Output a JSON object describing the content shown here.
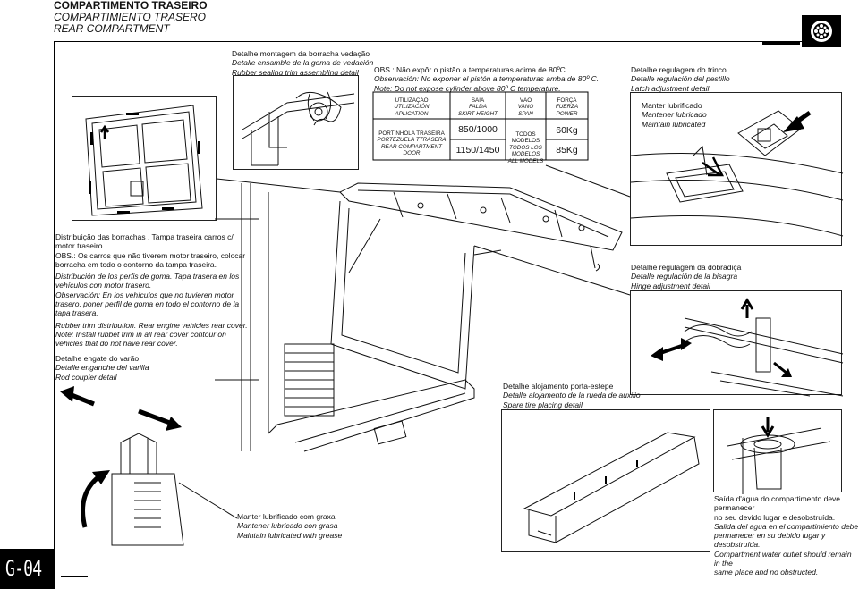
{
  "header": {
    "title_pt": "COMPARTIMENTO TRASEIRO",
    "title_es": "COMPARTIMIENTO TRASERO",
    "title_en": "REAR COMPARTMENT"
  },
  "page_label": "G-04",
  "rubber_detail": {
    "pt": "Detalhe montagem da borracha vedação",
    "es": "Detalle ensamble de la goma de vedación",
    "en": "Rubber sealing trim assembling detail"
  },
  "obs": {
    "pt": "OBS.: Não expôr o pistão a temperaturas acima de 80ºC.",
    "es": "Observación: No exponer  el pistón a temperaturas amba de 80º C.",
    "en": "Note: Do not expose cylinder  above 80º C temperature."
  },
  "spec_table": {
    "col_use": [
      "UTILIZAÇÃO",
      "UTILIZACIÓN",
      "APLICATION"
    ],
    "col_skirt": [
      "SAIA",
      "FALDA",
      "SKIRT HEIGHT"
    ],
    "col_span": [
      "VÃO",
      "VANO",
      "SPAN"
    ],
    "col_force": [
      "FORÇA",
      "FUERZA",
      "POWER"
    ],
    "row_use": [
      "PORTINHOLA TRASEIRA",
      "PORTEZUELA TTRASERA",
      "REAR COMPARTMENT DOOR"
    ],
    "skirt_values": [
      "850/1000",
      "1150/1450"
    ],
    "span_models": [
      "TODOS MODELOS",
      "TODOS LOS MODELOS",
      "ALL MODELS"
    ],
    "force_values": [
      "60Kg",
      "85Kg"
    ]
  },
  "latch": {
    "pt": "Detalhe regulagem do trinco",
    "es": "Detalle regulación del pestillo",
    "en": "Latch adjustment detail",
    "lub_pt": "Manter lubrificado",
    "lub_es": "Mantener lubricado",
    "lub_en": "Maintain lubricated"
  },
  "rubber_distribution": {
    "pt_1": "Distribuição das borrachas . Tampa traseira carros c/",
    "pt_2": "motor traseiro.",
    "pt_3": "OBS.: Os carros que não tiverem motor traseiro, colocar",
    "pt_4": "borracha em todo o contorno da tampa traseira.",
    "es_1": "Distribución de los perfis de goma. Tapa trasera en los",
    "es_2": "vehículos con motor trasero.",
    "es_3": "Observación: En los vehículos que no tuvieren motor",
    "es_4": "trasero, poner perfil de goma en todo el contorno de la",
    "es_5": "tapa trasera.",
    "en_1": "Rubber trim distribution. Rear engine vehicles rear cover.",
    "en_2": "Note: Install rubbet trim in all rear cover contour on",
    "en_3": "vehicles that do not have rear cover."
  },
  "rod": {
    "pt": "Detalhe engate do varão",
    "es": "Detalle enganche del varilla",
    "en": "Rod coupler detail"
  },
  "hinge": {
    "pt": "Detalhe regulagem da dobradiça",
    "es": "Detalle regulación de la bisagra",
    "en": "Hinge adjustment detail"
  },
  "spare": {
    "pt": "Detalhe alojamento porta-estepe",
    "es": "Detalle alojamento de la rueda de auxilio",
    "en": "Spare tire placing detail"
  },
  "grease": {
    "pt": "Manter lubrificado com graxa",
    "es": "Mantener lubricado con grasa",
    "en": "Maintain lubricated with grease"
  },
  "water": {
    "pt_1": "Saída d'água do compartimento deve permanecer",
    "pt_2": "no seu devido lugar e desobstruída.",
    "es_1": "Salida del agua en el compartimiento debe",
    "es_2": "permanecer en su debido lugar y desobstruída.",
    "en_1": "Compartment water outlet should remain in the",
    "en_2": "same place and no obstructed."
  },
  "icons": [
    "gear-icon",
    "arrow-icon"
  ]
}
